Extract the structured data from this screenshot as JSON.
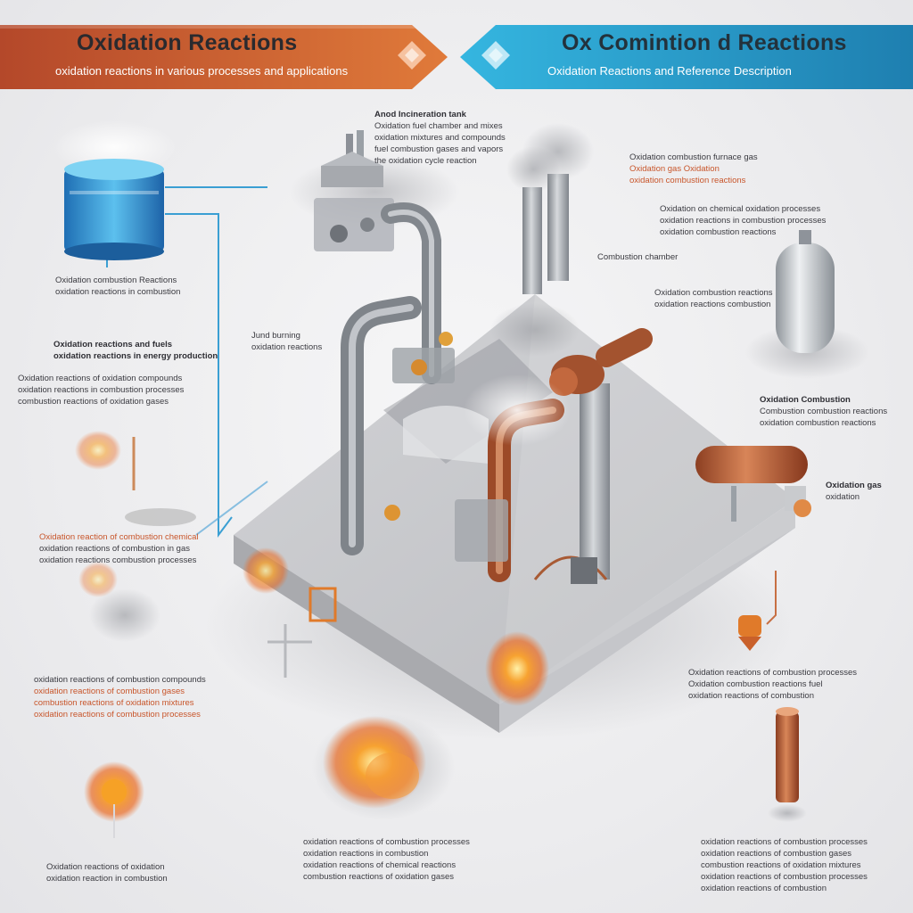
{
  "header": {
    "left": {
      "title": "Oxidation Reactions",
      "subtitle": "oxidation reactions in various processes and applications",
      "color": "#c8552a"
    },
    "right": {
      "title": "Ox Comintion d Reactions",
      "subtitle": "Oxidation Reactions and Reference Description",
      "color": "#2aa3cf"
    }
  },
  "labels": [
    {
      "id": "top-center",
      "lines": [
        "Anod Incineration tank",
        "Oxidation fuel chamber and mixes",
        "oxidation mixtures and compounds",
        "fuel combustion gases and vapors",
        "the oxidation cycle reaction"
      ]
    },
    {
      "id": "top-right",
      "lines": [
        "Oxidation combustion furnace gas",
        "Oxidation gas Oxidation",
        "oxidation combustion reactions"
      ],
      "accent": true
    },
    {
      "id": "right-1",
      "lines": [
        "Oxidation on chemical oxidation processes",
        "oxidation reactions in combustion processes",
        "oxidation combustion reactions"
      ]
    },
    {
      "id": "right-2",
      "lines": [
        "Combustion chamber"
      ]
    },
    {
      "id": "right-3",
      "lines": [
        "Oxidation combustion reactions",
        "oxidation reactions combustion"
      ]
    },
    {
      "id": "right-4",
      "lines": [
        "Oxidation Combustion",
        "Combustion combustion reactions",
        "oxidation combustion reactions"
      ]
    },
    {
      "id": "right-5",
      "lines": [
        "Oxidation gas",
        "oxidation"
      ]
    },
    {
      "id": "left-1",
      "lines": [
        "Oxidation combustion Reactions",
        "oxidation reactions in combustion"
      ]
    },
    {
      "id": "left-2",
      "lines": [
        "Oxidation reactions and fuels",
        "oxidation reactions in energy production"
      ]
    },
    {
      "id": "left-3",
      "lines": [
        "Oxidation reactions of oxidation compounds",
        "oxidation reactions in combustion processes",
        "combustion reactions of oxidation gases"
      ]
    },
    {
      "id": "center-left",
      "lines": [
        "Jund burning",
        "oxidation reactions"
      ]
    },
    {
      "id": "left-4",
      "lines": [
        "Oxidation reaction of combustion chemical",
        "oxidation reactions of combustion in gas",
        "oxidation reactions combustion processes"
      ],
      "accent": true
    },
    {
      "id": "left-5",
      "lines": [
        "oxidation reactions of combustion compounds",
        "oxidation reactions of combustion gases",
        "combustion reactions of oxidation mixtures",
        "oxidation reactions of combustion processes"
      ],
      "accent": true
    },
    {
      "id": "right-6",
      "lines": [
        "Oxidation reactions of combustion processes",
        "Oxidation combustion reactions fuel",
        "oxidation reactions of combustion"
      ]
    },
    {
      "id": "bottom-left",
      "lines": [
        "Oxidation reactions of oxidation",
        "oxidation reaction in combustion"
      ]
    },
    {
      "id": "bottom-center",
      "lines": [
        "oxidation reactions of combustion processes",
        "oxidation reactions in combustion",
        "oxidation reactions of chemical reactions",
        "combustion reactions of oxidation gases"
      ]
    },
    {
      "id": "bottom-right",
      "lines": [
        "oxidation reactions of combustion processes",
        "oxidation reactions of combustion gases",
        "combustion reactions of oxidation mixtures",
        "oxidation reactions of combustion processes",
        "oxidation reactions of combustion"
      ]
    }
  ],
  "icons": [
    "water-tank-icon",
    "factory-icon",
    "smokestack-icon",
    "gas-cylinder-icon",
    "pipe-icon",
    "flame-icon",
    "explosion-icon",
    "sun-icon",
    "tube-icon"
  ],
  "colors": {
    "orange": "#c8552a",
    "blue": "#2aa3cf",
    "steel": "#9aa0a8",
    "flame": "#f5942e"
  }
}
